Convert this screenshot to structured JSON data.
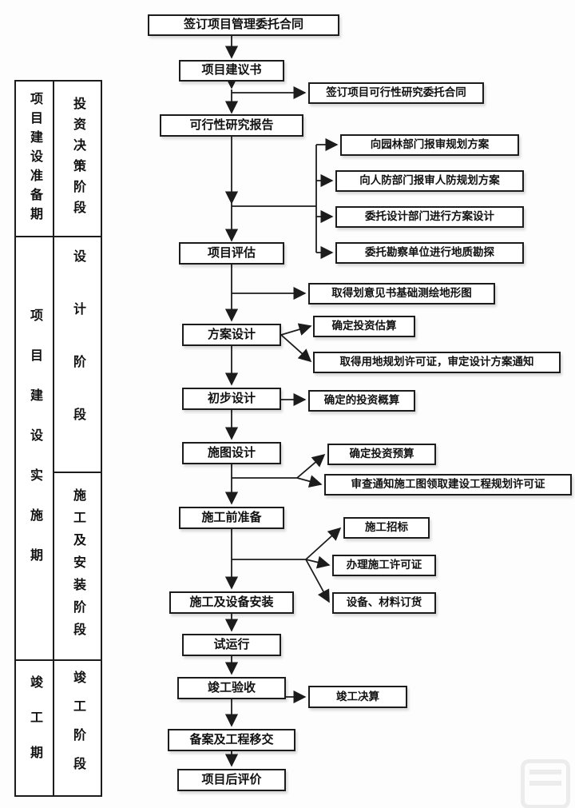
{
  "left_table": {
    "phases": [
      {
        "label": "项目建设准备期"
      },
      {
        "label": "项目建设实施期"
      },
      {
        "label": "竣工期"
      }
    ],
    "stages": [
      {
        "label": "投资决策阶段"
      },
      {
        "label": "设计阶段"
      },
      {
        "label": "施工及安装阶段"
      },
      {
        "label": "竣工阶段"
      }
    ]
  },
  "flow": {
    "main": [
      {
        "label": "签订项目管理委托合同"
      },
      {
        "label": "项目建议书"
      },
      {
        "label": "可行性研究报告"
      },
      {
        "label": "项目评估"
      },
      {
        "label": "方案设计"
      },
      {
        "label": "初步设计"
      },
      {
        "label": "施图设计"
      },
      {
        "label": "施工前准备"
      },
      {
        "label": "施工及设备安装"
      },
      {
        "label": "试运行"
      },
      {
        "label": "竣工验收"
      },
      {
        "label": "备案及工程移交"
      },
      {
        "label": "项目后评价"
      }
    ],
    "side": [
      {
        "label": "签订项目可行性研究委托合同"
      },
      {
        "label": "向园林部门报审规划方案"
      },
      {
        "label": "向人防部门报审人防规划方案"
      },
      {
        "label": "委托设计部门进行方案设计"
      },
      {
        "label": "委托勘察单位进行地质勘探"
      },
      {
        "label": "取得划意见书基础测绘地形图"
      },
      {
        "label": "确定投资估算"
      },
      {
        "label": "取得用地规划许可证，审定设计方案通知"
      },
      {
        "label": "确定的投资概算"
      },
      {
        "label": "确定投资预算"
      },
      {
        "label": "审查通知施工图领取建设工程规划许可证"
      },
      {
        "label": "施工招标"
      },
      {
        "label": "办理施工许可证"
      },
      {
        "label": "设备、材料订货"
      },
      {
        "label": "竣工决算"
      }
    ]
  },
  "colors": {
    "line": "#1c1c1c",
    "box_border": "#1c1c1c",
    "text": "#111111",
    "background": "#fdfdfd"
  }
}
